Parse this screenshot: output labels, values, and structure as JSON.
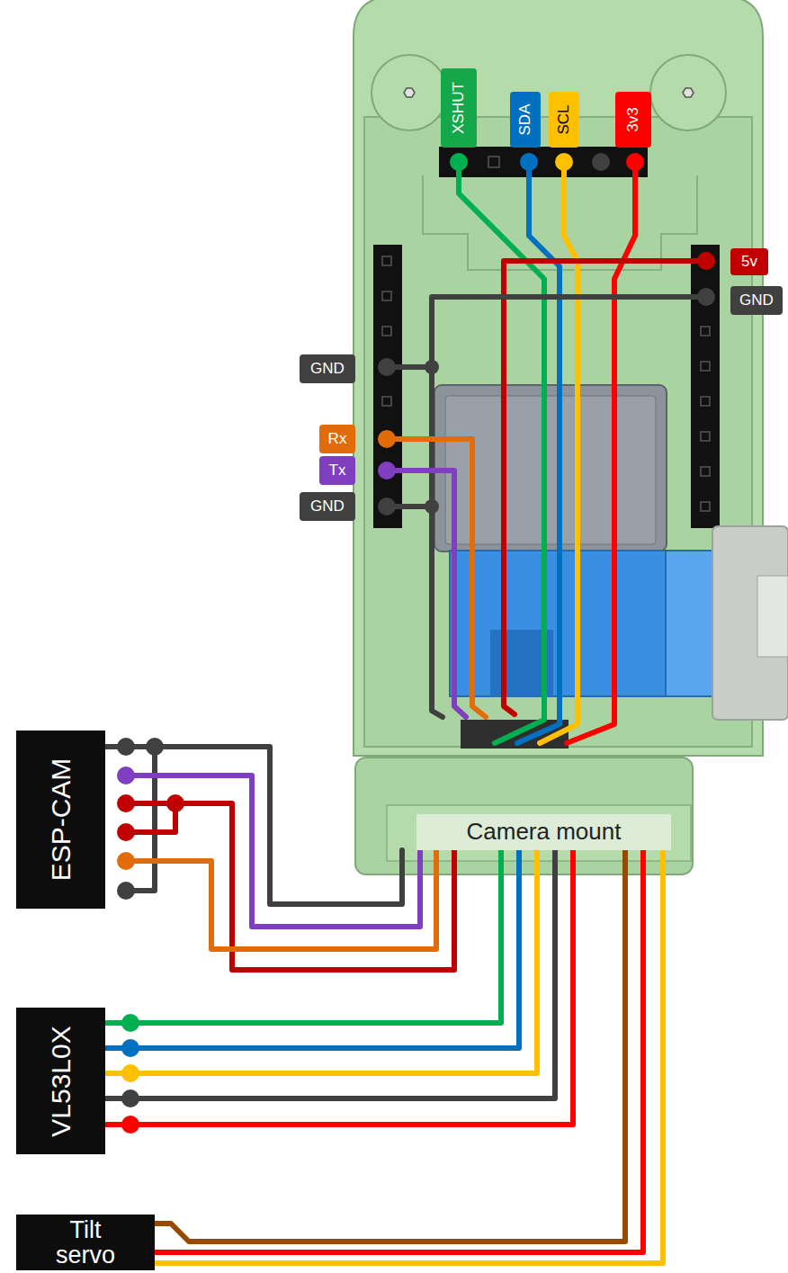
{
  "diagram": {
    "nodes": [
      {
        "text": [
          "ESP-CAM"
        ]
      },
      {
        "text": [
          "Camera mount"
        ]
      },
      {
        "text": [
          "VL53L0X"
        ]
      },
      {
        "text": [
          "Tilt servo"
        ]
      }
    ],
    "edges": [
      {
        "from": 0,
        "to": 1,
        "arrow": "none"
      },
      {
        "from": 2,
        "to": 1,
        "arrow": "none"
      },
      {
        "from": 3,
        "to": 1,
        "arrow": "none"
      }
    ],
    "labels": [
      "XSHUT",
      "SDA",
      "SCL",
      "3v3",
      "5v",
      "GND",
      "GND",
      "Rx",
      "Tx",
      "GND"
    ]
  }
}
